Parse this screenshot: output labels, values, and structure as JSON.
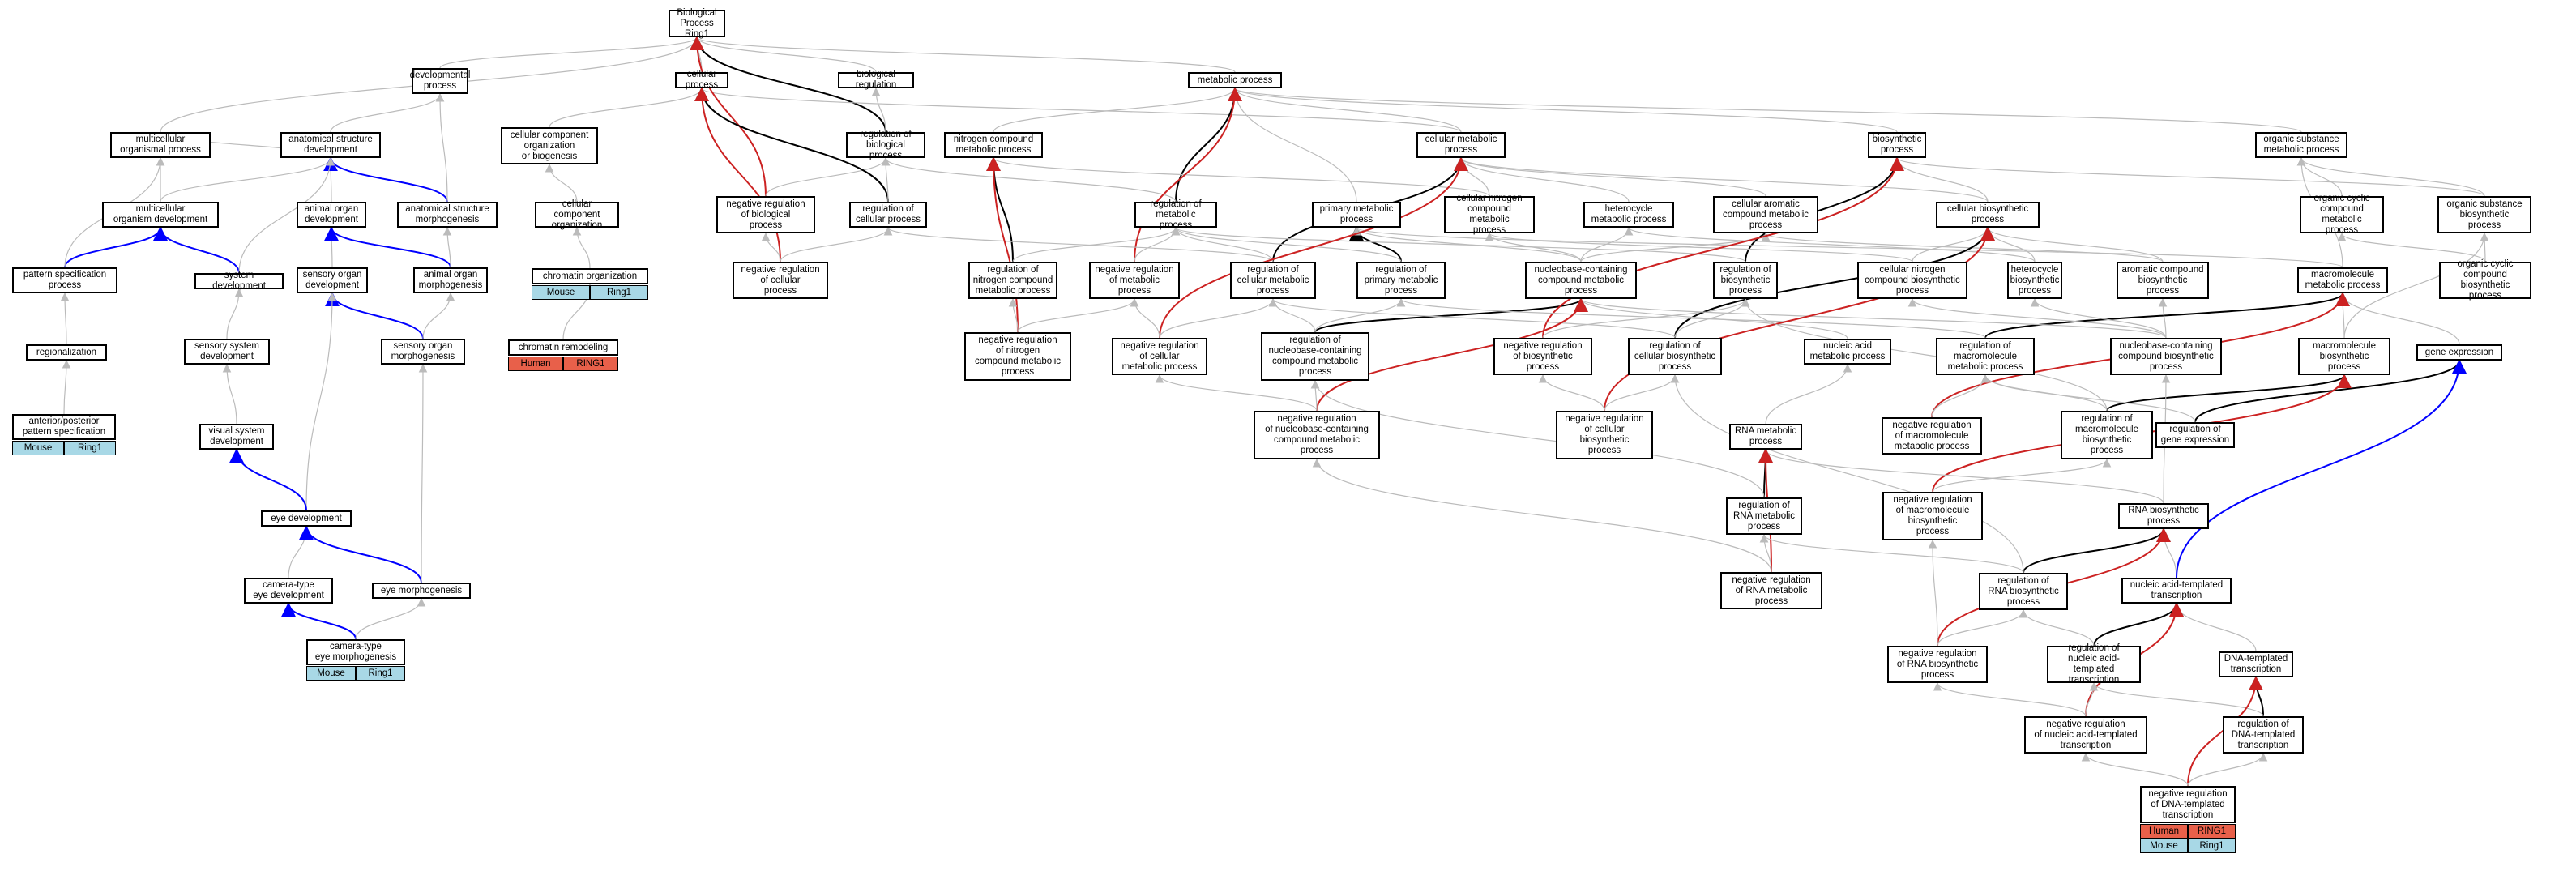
{
  "colors": {
    "regulates": "#000000",
    "positively_regulates": "#0000ff",
    "negatively_regulates": "#cc2222",
    "is_a": "#bbbbbb",
    "mouse": "#a8d8e6",
    "human": "#e8604a"
  },
  "nodes": [
    {
      "id": "bp",
      "label": "Biological Process\nRing1"
    },
    {
      "id": "dev",
      "label": "developmental\nprocess"
    },
    {
      "id": "cp",
      "label": "cellular process"
    },
    {
      "id": "breg",
      "label": "biological regulation"
    },
    {
      "id": "mp",
      "label": "metabolic process"
    },
    {
      "id": "mop",
      "label": "multicellular\norganismal process"
    },
    {
      "id": "asd",
      "label": "anatomical structure\ndevelopment"
    },
    {
      "id": "ccob",
      "label": "cellular component\norganization\nor biogenesis"
    },
    {
      "id": "rbp",
      "label": "regulation of\nbiological process"
    },
    {
      "id": "ncmp",
      "label": "nitrogen compound\nmetabolic process"
    },
    {
      "id": "cmp",
      "label": "cellular metabolic\nprocess"
    },
    {
      "id": "bsp",
      "label": "biosynthetic\nprocess"
    },
    {
      "id": "osmp",
      "label": "organic substance\nmetabolic process"
    },
    {
      "id": "mod",
      "label": "multicellular\norganism development"
    },
    {
      "id": "aod",
      "label": "animal organ\ndevelopment"
    },
    {
      "id": "asm",
      "label": "anatomical structure\nmorphogenesis"
    },
    {
      "id": "cco",
      "label": "cellular component\norganization"
    },
    {
      "id": "nrbp",
      "label": "negative regulation\nof biological\nprocess"
    },
    {
      "id": "rcp",
      "label": "regulation of\ncellular process"
    },
    {
      "id": "rmp",
      "label": "regulation of\nmetabolic process"
    },
    {
      "id": "pmp",
      "label": "primary metabolic\nprocess"
    },
    {
      "id": "cncmp",
      "label": "cellular nitrogen\ncompound metabolic\nprocess"
    },
    {
      "id": "hmp",
      "label": "heterocycle\nmetabolic process"
    },
    {
      "id": "camp",
      "label": "cellular aromatic\ncompound metabolic\nprocess"
    },
    {
      "id": "cbp",
      "label": "cellular biosynthetic\nprocess"
    },
    {
      "id": "occmp",
      "label": "organic cyclic\ncompound metabolic\nprocess"
    },
    {
      "id": "osbp",
      "label": "organic substance\nbiosynthetic\nprocess"
    },
    {
      "id": "psp",
      "label": "pattern specification\nprocess"
    },
    {
      "id": "sysdev",
      "label": "system development"
    },
    {
      "id": "sod",
      "label": "sensory organ\ndevelopment"
    },
    {
      "id": "aom",
      "label": "animal organ\nmorphogenesis"
    },
    {
      "id": "chro",
      "label": "chromatin organization"
    },
    {
      "id": "nrcp",
      "label": "negative regulation\nof cellular\nprocess"
    },
    {
      "id": "rncmp",
      "label": "regulation of\nnitrogen compound\nmetabolic process"
    },
    {
      "id": "nrmp",
      "label": "negative regulation\nof metabolic\nprocess"
    },
    {
      "id": "rcmp",
      "label": "regulation of\ncellular metabolic\nprocess"
    },
    {
      "id": "rpmp",
      "label": "regulation of\nprimary metabolic\nprocess"
    },
    {
      "id": "nbcmp",
      "label": "nucleobase-containing\ncompound metabolic\nprocess"
    },
    {
      "id": "rbsp",
      "label": "regulation of\nbiosynthetic\nprocess"
    },
    {
      "id": "cncbp",
      "label": "cellular nitrogen\ncompound biosynthetic\nprocess"
    },
    {
      "id": "hbp",
      "label": "heterocycle\nbiosynthetic\nprocess"
    },
    {
      "id": "acbp",
      "label": "aromatic compound\nbiosynthetic\nprocess"
    },
    {
      "id": "mmp",
      "label": "macromolecule\nmetabolic process"
    },
    {
      "id": "occbp",
      "label": "organic cyclic\ncompound biosynthetic\nprocess"
    },
    {
      "id": "reg",
      "label": "regionalization"
    },
    {
      "id": "ssd",
      "label": "sensory system\ndevelopment"
    },
    {
      "id": "som",
      "label": "sensory organ\nmorphogenesis"
    },
    {
      "id": "chrrem",
      "label": "chromatin remodeling"
    },
    {
      "id": "nrncmp",
      "label": "negative regulation\nof nitrogen\ncompound metabolic\nprocess"
    },
    {
      "id": "nrcmp",
      "label": "negative regulation\nof cellular\nmetabolic process"
    },
    {
      "id": "rnbcmp",
      "label": "regulation of\nnucleobase-containing\ncompound metabolic\nprocess"
    },
    {
      "id": "nrbsp",
      "label": "negative regulation\nof biosynthetic\nprocess"
    },
    {
      "id": "rcbp",
      "label": "regulation of\ncellular biosynthetic\nprocess"
    },
    {
      "id": "namp",
      "label": "nucleic acid\nmetabolic process"
    },
    {
      "id": "rmmp",
      "label": "regulation of\nmacromolecule\nmetabolic process"
    },
    {
      "id": "nbcbp",
      "label": "nucleobase-containing\ncompound biosynthetic\nprocess"
    },
    {
      "id": "mbp",
      "label": "macromolecule\nbiosynthetic\nprocess"
    },
    {
      "id": "ge",
      "label": "gene expression"
    },
    {
      "id": "apps",
      "label": "anterior/posterior\npattern specification"
    },
    {
      "id": "vsd",
      "label": "visual system\ndevelopment"
    },
    {
      "id": "nrnbcmp",
      "label": "negative regulation\nof nucleobase-containing\ncompound metabolic\nprocess"
    },
    {
      "id": "nrcbp",
      "label": "negative regulation\nof cellular\nbiosynthetic\nprocess"
    },
    {
      "id": "rnamp",
      "label": "RNA metabolic\nprocess"
    },
    {
      "id": "nrmmp",
      "label": "negative regulation\nof macromolecule\nmetabolic process"
    },
    {
      "id": "rmbp",
      "label": "regulation of\nmacromolecule\nbiosynthetic\nprocess"
    },
    {
      "id": "rge",
      "label": "regulation of\ngene expression"
    },
    {
      "id": "eyedev",
      "label": "eye development"
    },
    {
      "id": "rrnamp",
      "label": "regulation of\nRNA metabolic\nprocess"
    },
    {
      "id": "nrmbp",
      "label": "negative regulation\nof macromolecule\nbiosynthetic\nprocess"
    },
    {
      "id": "rnabp",
      "label": "RNA biosynthetic\nprocess"
    },
    {
      "id": "cted",
      "label": "camera-type\neye development"
    },
    {
      "id": "eyem",
      "label": "eye morphogenesis"
    },
    {
      "id": "nrrnamp",
      "label": "negative regulation\nof RNA metabolic\nprocess"
    },
    {
      "id": "rrnabp",
      "label": "regulation of\nRNA biosynthetic\nprocess"
    },
    {
      "id": "natt",
      "label": "nucleic acid-templated\ntranscription"
    },
    {
      "id": "ctem",
      "label": "camera-type\neye morphogenesis"
    },
    {
      "id": "nrrnabp",
      "label": "negative regulation\nof RNA biosynthetic\nprocess"
    },
    {
      "id": "rnatt",
      "label": "regulation of\nnucleic acid-templated\ntranscription"
    },
    {
      "id": "dtt",
      "label": "DNA-templated\ntranscription"
    },
    {
      "id": "nrnatt",
      "label": "negative regulation\nof nucleic acid-templated\ntranscription"
    },
    {
      "id": "rdtt",
      "label": "regulation of\nDNA-templated\ntranscription"
    },
    {
      "id": "nrdtt",
      "label": "negative regulation\nof DNA-templated\ntranscription"
    }
  ],
  "annotations": [
    {
      "id": "a_chro",
      "rows": [
        {
          "species": "Mouse",
          "gene": "Ring1"
        }
      ]
    },
    {
      "id": "a_chrrem",
      "rows": [
        {
          "species": "Human",
          "gene": "RING1"
        }
      ]
    },
    {
      "id": "a_apps",
      "rows": [
        {
          "species": "Mouse",
          "gene": "Ring1"
        }
      ]
    },
    {
      "id": "a_ctem",
      "rows": [
        {
          "species": "Mouse",
          "gene": "Ring1"
        }
      ]
    },
    {
      "id": "a_nrdtt",
      "rows": [
        {
          "species": "Human",
          "gene": "RING1"
        },
        {
          "species": "Mouse",
          "gene": "Ring1"
        }
      ]
    }
  ],
  "edges": [
    [
      "dev",
      "bp",
      "g"
    ],
    [
      "cp",
      "bp",
      "g"
    ],
    [
      "breg",
      "bp",
      "g"
    ],
    [
      "mp",
      "bp",
      "g"
    ],
    [
      "mop",
      "bp",
      "g"
    ],
    [
      "ccob",
      "cp",
      "g"
    ],
    [
      "rbp",
      "bp",
      "k"
    ],
    [
      "rbp",
      "breg",
      "g"
    ],
    [
      "ncmp",
      "mp",
      "g"
    ],
    [
      "cmp",
      "mp",
      "g"
    ],
    [
      "cmp",
      "cp",
      "g"
    ],
    [
      "bsp",
      "mp",
      "g"
    ],
    [
      "osmp",
      "mp",
      "g"
    ],
    [
      "mod",
      "mop",
      "g"
    ],
    [
      "mod",
      "asd",
      "g"
    ],
    [
      "asd",
      "dev",
      "g"
    ],
    [
      "asd",
      "mop",
      "g"
    ],
    [
      "aod",
      "asd",
      "g"
    ],
    [
      "asm",
      "asd",
      "b"
    ],
    [
      "asm",
      "dev",
      "g"
    ],
    [
      "cco",
      "ccob",
      "g"
    ],
    [
      "nrbp",
      "bp",
      "r"
    ],
    [
      "nrbp",
      "rbp",
      "g"
    ],
    [
      "rcp",
      "cp",
      "k"
    ],
    [
      "rcp",
      "rbp",
      "g"
    ],
    [
      "rmp",
      "mp",
      "k"
    ],
    [
      "rmp",
      "rbp",
      "g"
    ],
    [
      "pmp",
      "mp",
      "g"
    ],
    [
      "cncmp",
      "cmp",
      "g"
    ],
    [
      "cncmp",
      "ncmp",
      "g"
    ],
    [
      "hmp",
      "cmp",
      "g"
    ],
    [
      "camp",
      "cmp",
      "g"
    ],
    [
      "cbp",
      "bsp",
      "g"
    ],
    [
      "cbp",
      "cmp",
      "g"
    ],
    [
      "occmp",
      "osmp",
      "g"
    ],
    [
      "osbp",
      "osmp",
      "g"
    ],
    [
      "osbp",
      "bsp",
      "g"
    ],
    [
      "psp",
      "mod",
      "b"
    ],
    [
      "psp",
      "mop",
      "g"
    ],
    [
      "sysdev",
      "mod",
      "b"
    ],
    [
      "sysdev",
      "asd",
      "g"
    ],
    [
      "sod",
      "aod",
      "g"
    ],
    [
      "aom",
      "aod",
      "b"
    ],
    [
      "aom",
      "asm",
      "g"
    ],
    [
      "chro",
      "cco",
      "g"
    ],
    [
      "nrcp",
      "cp",
      "r"
    ],
    [
      "nrcp",
      "nrbp",
      "g"
    ],
    [
      "nrcp",
      "rcp",
      "g"
    ],
    [
      "rncmp",
      "ncmp",
      "k"
    ],
    [
      "rncmp",
      "rmp",
      "g"
    ],
    [
      "nrmp",
      "mp",
      "r"
    ],
    [
      "nrmp",
      "rmp",
      "g"
    ],
    [
      "rcmp",
      "cmp",
      "k"
    ],
    [
      "rcmp",
      "rmp",
      "g"
    ],
    [
      "rcmp",
      "rcp",
      "g"
    ],
    [
      "rpmp",
      "pmp",
      "k"
    ],
    [
      "rpmp",
      "rmp",
      "g"
    ],
    [
      "nbcmp",
      "cncmp",
      "g"
    ],
    [
      "nbcmp",
      "hmp",
      "g"
    ],
    [
      "nbcmp",
      "camp",
      "g"
    ],
    [
      "nbcmp",
      "pmp",
      "g"
    ],
    [
      "rbsp",
      "bsp",
      "k"
    ],
    [
      "rbsp",
      "rmp",
      "g"
    ],
    [
      "cncbp",
      "cbp",
      "g"
    ],
    [
      "cncbp",
      "cncmp",
      "g"
    ],
    [
      "hbp",
      "hmp",
      "g"
    ],
    [
      "hbp",
      "cbp",
      "g"
    ],
    [
      "acbp",
      "camp",
      "g"
    ],
    [
      "acbp",
      "cbp",
      "g"
    ],
    [
      "mmp",
      "osmp",
      "g"
    ],
    [
      "mmp",
      "pmp",
      "g"
    ],
    [
      "occbp",
      "occmp",
      "g"
    ],
    [
      "occbp",
      "osbp",
      "g"
    ],
    [
      "reg",
      "psp",
      "g"
    ],
    [
      "ssd",
      "sysdev",
      "g"
    ],
    [
      "som",
      "sod",
      "b"
    ],
    [
      "som",
      "aom",
      "g"
    ],
    [
      "chrrem",
      "chro",
      "g"
    ],
    [
      "nrncmp",
      "ncmp",
      "r"
    ],
    [
      "nrncmp",
      "nrmp",
      "g"
    ],
    [
      "nrncmp",
      "rncmp",
      "g"
    ],
    [
      "nrcmp",
      "cmp",
      "r"
    ],
    [
      "nrcmp",
      "nrmp",
      "g"
    ],
    [
      "nrcmp",
      "rcmp",
      "g"
    ],
    [
      "rnbcmp",
      "nbcmp",
      "k"
    ],
    [
      "rnbcmp",
      "rcmp",
      "g"
    ],
    [
      "rnbcmp",
      "rpmp",
      "g"
    ],
    [
      "nrbsp",
      "bsp",
      "r"
    ],
    [
      "nrbsp",
      "rbsp",
      "g"
    ],
    [
      "rcbp",
      "cbp",
      "k"
    ],
    [
      "rcbp",
      "rbsp",
      "g"
    ],
    [
      "rcbp",
      "rcmp",
      "g"
    ],
    [
      "namp",
      "nbcmp",
      "g"
    ],
    [
      "rmmp",
      "mmp",
      "k"
    ],
    [
      "rmmp",
      "rpmp",
      "g"
    ],
    [
      "nbcbp",
      "nbcmp",
      "g"
    ],
    [
      "nbcbp",
      "cncbp",
      "g"
    ],
    [
      "nbcbp",
      "hbp",
      "g"
    ],
    [
      "nbcbp",
      "acbp",
      "g"
    ],
    [
      "mbp",
      "mmp",
      "g"
    ],
    [
      "mbp",
      "osbp",
      "g"
    ],
    [
      "ge",
      "mmp",
      "g"
    ],
    [
      "apps",
      "reg",
      "g"
    ],
    [
      "vsd",
      "ssd",
      "g"
    ],
    [
      "nrnbcmp",
      "nbcmp",
      "r"
    ],
    [
      "nrnbcmp",
      "rnbcmp",
      "g"
    ],
    [
      "nrnbcmp",
      "nrcmp",
      "g"
    ],
    [
      "nrcbp",
      "cbp",
      "r"
    ],
    [
      "nrcbp",
      "nrbsp",
      "g"
    ],
    [
      "nrcbp",
      "rcbp",
      "g"
    ],
    [
      "rnamp",
      "namp",
      "g"
    ],
    [
      "nrmmp",
      "mmp",
      "r"
    ],
    [
      "nrmmp",
      "rmmp",
      "g"
    ],
    [
      "rmbp",
      "mbp",
      "k"
    ],
    [
      "rmbp",
      "rmmp",
      "g"
    ],
    [
      "rmbp",
      "rbsp",
      "g"
    ],
    [
      "rge",
      "ge",
      "k"
    ],
    [
      "rge",
      "rmmp",
      "g"
    ],
    [
      "eyedev",
      "sod",
      "g"
    ],
    [
      "eyedev",
      "vsd",
      "b"
    ],
    [
      "rrnamp",
      "rnamp",
      "k"
    ],
    [
      "rrnamp",
      "rnbcmp",
      "g"
    ],
    [
      "nrmbp",
      "mbp",
      "r"
    ],
    [
      "nrmbp",
      "rmbp",
      "g"
    ],
    [
      "rnabp",
      "rnamp",
      "g"
    ],
    [
      "rnabp",
      "nbcbp",
      "g"
    ],
    [
      "cted",
      "eyedev",
      "g"
    ],
    [
      "eyem",
      "eyedev",
      "b"
    ],
    [
      "eyem",
      "som",
      "g"
    ],
    [
      "nrrnamp",
      "rnamp",
      "r"
    ],
    [
      "nrrnamp",
      "rrnamp",
      "g"
    ],
    [
      "nrrnamp",
      "nrnbcmp",
      "g"
    ],
    [
      "rrnabp",
      "rnabp",
      "k"
    ],
    [
      "rrnabp",
      "rrnamp",
      "g"
    ],
    [
      "rrnabp",
      "rcbp",
      "g"
    ],
    [
      "natt",
      "rnabp",
      "g"
    ],
    [
      "natt",
      "ge",
      "b"
    ],
    [
      "ctem",
      "cted",
      "b"
    ],
    [
      "ctem",
      "eyem",
      "g"
    ],
    [
      "nrrnabp",
      "rnabp",
      "r"
    ],
    [
      "nrrnabp",
      "rrnabp",
      "g"
    ],
    [
      "nrrnabp",
      "nrmbp",
      "g"
    ],
    [
      "rnatt",
      "natt",
      "k"
    ],
    [
      "rnatt",
      "rrnabp",
      "g"
    ],
    [
      "dtt",
      "natt",
      "g"
    ],
    [
      "nrnatt",
      "natt",
      "r"
    ],
    [
      "nrnatt",
      "rnatt",
      "g"
    ],
    [
      "nrnatt",
      "nrrnabp",
      "g"
    ],
    [
      "rdtt",
      "dtt",
      "k"
    ],
    [
      "rdtt",
      "rnatt",
      "g"
    ],
    [
      "nrdtt",
      "dtt",
      "r"
    ],
    [
      "nrdtt",
      "nrnatt",
      "g"
    ],
    [
      "nrdtt",
      "rdtt",
      "g"
    ]
  ]
}
